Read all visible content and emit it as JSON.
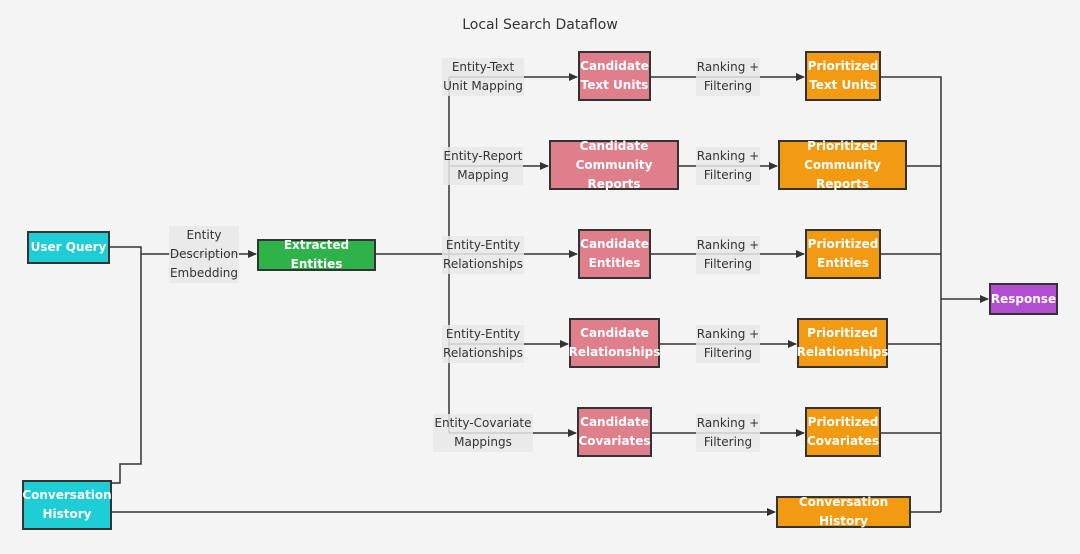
{
  "title": "Local Search Dataflow",
  "colors": {
    "input": "#1fcdd6",
    "extracted": "#2db34a",
    "candidate": "#e07f8c",
    "prioritized": "#f29a12",
    "response": "#b14ed2",
    "edge": "#333333",
    "background": "#f4f4f4"
  },
  "nodes": {
    "user_query": "User Query",
    "conversation_history_input": "Conversation\nHistory",
    "extracted_entities": "Extracted Entities",
    "candidate_text_units": "Candidate\nText Units",
    "candidate_community_reports": "Candidate\nCommunity Reports",
    "candidate_entities": "Candidate\nEntities",
    "candidate_relationships": "Candidate\nRelationships",
    "candidate_covariates": "Candidate\nCovariates",
    "prioritized_text_units": "Prioritized\nText Units",
    "prioritized_community_reports": "Prioritized\nCommunity Reports",
    "prioritized_entities": "Prioritized\nEntities",
    "prioritized_relationships": "Prioritized\nRelationships",
    "prioritized_covariates": "Prioritized\nCovariates",
    "conversation_history_output": "Conversation History",
    "response": "Response"
  },
  "edge_labels": {
    "entity_description_embedding": "Entity\nDescription\nEmbedding",
    "entity_text_unit_mapping": "Entity-Text\nUnit Mapping",
    "entity_report_mapping": "Entity-Report\nMapping",
    "entity_entity_relationships_1": "Entity-Entity\nRelationships",
    "entity_entity_relationships_2": "Entity-Entity\nRelationships",
    "entity_covariate_mappings": "Entity-Covariate\nMappings",
    "ranking_filtering_1": "Ranking +\nFiltering",
    "ranking_filtering_2": "Ranking +\nFiltering",
    "ranking_filtering_3": "Ranking +\nFiltering",
    "ranking_filtering_4": "Ranking +\nFiltering",
    "ranking_filtering_5": "Ranking +\nFiltering"
  }
}
